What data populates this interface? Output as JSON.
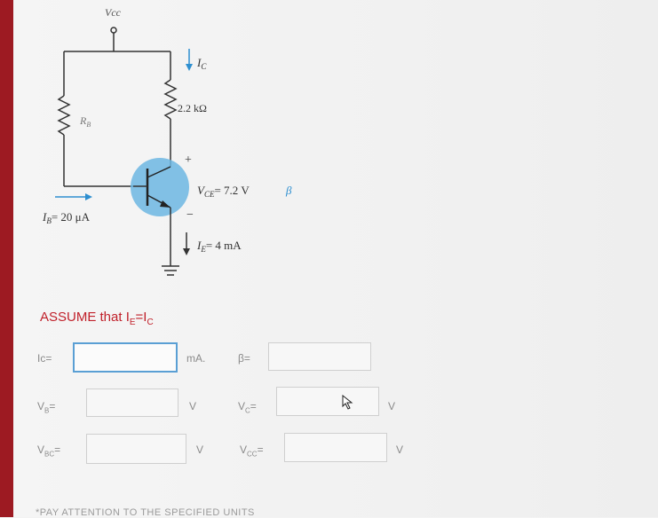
{
  "circuit": {
    "vcc_label": "Vcc",
    "rb_label": "R",
    "rb_sub": "B",
    "rc_value": "2.2 kΩ",
    "ic_label": "I",
    "ic_sub": "C",
    "vce_label": "V",
    "vce_sub": "CE",
    "vce_value": "= 7.2 V",
    "beta_symbol": "β",
    "ib_label": "I",
    "ib_sub": "B",
    "ib_value": "= 20 μA",
    "ie_label": "I",
    "ie_sub": "E",
    "ie_value": "= 4 mA",
    "plus": "+",
    "minus": "−"
  },
  "assume": {
    "prefix": "ASSUME that I",
    "sub1": "E",
    "eq": "=I",
    "sub2": "C"
  },
  "form": {
    "ic_label": "Ic=",
    "ic_unit": "mA.",
    "beta_label": "β=",
    "vb_label": "V",
    "vb_sub": "B",
    "vb_eq": "=",
    "vb_unit": "V",
    "vc_label": "V",
    "vc_sub": "C",
    "vc_eq": "=",
    "vc_unit": "V",
    "vbc_label": "V",
    "vbc_sub": "BC",
    "vbc_eq": "=",
    "vbc_unit": "V",
    "vcc_label": "V",
    "vcc_sub": "CC",
    "vcc_eq": "=",
    "vcc_unit": "V",
    "ic_value": "",
    "beta_value": "",
    "vb_value": "",
    "vc_value": "",
    "vbc_value": "",
    "vcc_value": ""
  },
  "footer": {
    "note": "*PAY ATTENTION TO THE SPECIFIED UNITS"
  },
  "colors": {
    "accent_red": "#c0202a",
    "transistor_blue": "#6cb6e2",
    "arrow_blue": "#2e8fd0",
    "active_border": "#5a9fd4"
  }
}
